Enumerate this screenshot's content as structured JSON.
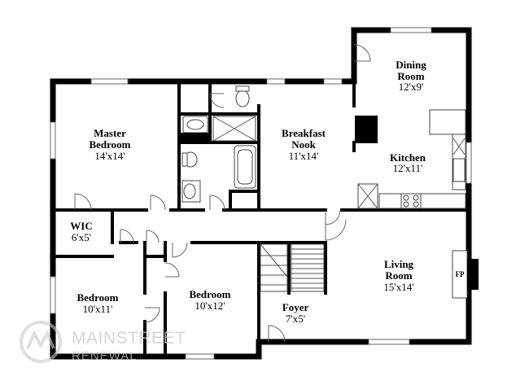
{
  "rooms": {
    "dining": {
      "name_line1": "Dining",
      "name_line2": "Room",
      "dims": "12'x9'"
    },
    "master": {
      "name_line1": "Master",
      "name_line2": "Bedroom",
      "dims": "14'x14'"
    },
    "breakfast": {
      "name_line1": "Breakfast",
      "name_line2": "Nook",
      "dims": "11'x14'"
    },
    "kitchen": {
      "name": "Kitchen",
      "dims": "12'x11'"
    },
    "wic": {
      "name": "WIC",
      "dims": "6'x5'"
    },
    "living": {
      "name_line1": "Living",
      "name_line2": "Room",
      "dims": "15'x14'"
    },
    "bedroom_left": {
      "name": "Bedroom",
      "dims": "10'x11'"
    },
    "bedroom_center": {
      "name": "Bedroom",
      "dims": "10'x12'"
    },
    "foyer": {
      "name": "Foyer",
      "dims": "7'x5'"
    }
  },
  "fireplace_label": "FP",
  "watermark": {
    "line1": "MAINSTREET",
    "line2": "RENEWAL"
  }
}
